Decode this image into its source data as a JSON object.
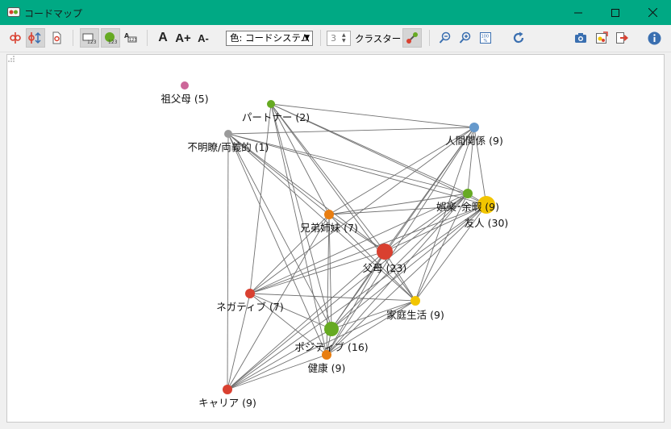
{
  "window": {
    "title": "コードマップ",
    "controls": [
      "minimize",
      "maximize",
      "close"
    ]
  },
  "toolbar": {
    "color_select": {
      "value": "色: コードシステム"
    },
    "cluster_count": "3",
    "cluster_label": "クラスター",
    "font_buttons": [
      "A",
      "A+",
      "A-"
    ]
  },
  "map": {
    "nodes": [
      {
        "id": "grandparents",
        "label": "祖父母 (5)",
        "color": "#cc6699"
      },
      {
        "id": "partner",
        "label": "パートナー (2)",
        "color": "#66aa22"
      },
      {
        "id": "unclear",
        "label": "不明瞭/両義的 (1)",
        "color": "#9a9a9a"
      },
      {
        "id": "relations",
        "label": "人間関係 (9)",
        "color": "#6699cc"
      },
      {
        "id": "leisure",
        "label": "娯楽･余暇 (9)",
        "color": "#66aa22"
      },
      {
        "id": "friends",
        "label": "友人 (30)",
        "color": "#f2c500"
      },
      {
        "id": "siblings",
        "label": "兄弟姉妹 (7)",
        "color": "#e87d10"
      },
      {
        "id": "parents",
        "label": "父母 (23)",
        "color": "#d94030"
      },
      {
        "id": "negative",
        "label": "ネガティブ (7)",
        "color": "#d94030"
      },
      {
        "id": "homelife",
        "label": "家庭生活 (9)",
        "color": "#f2c500"
      },
      {
        "id": "positive",
        "label": "ポジティブ (16)",
        "color": "#66aa22"
      },
      {
        "id": "health",
        "label": "健康 (9)",
        "color": "#e87d10"
      },
      {
        "id": "career",
        "label": "キャリア (9)",
        "color": "#d94030"
      }
    ],
    "edges": [
      [
        "partner",
        "relations"
      ],
      [
        "partner",
        "leisure"
      ],
      [
        "partner",
        "friends"
      ],
      [
        "partner",
        "siblings"
      ],
      [
        "partner",
        "parents"
      ],
      [
        "partner",
        "homelife"
      ],
      [
        "partner",
        "positive"
      ],
      [
        "partner",
        "health"
      ],
      [
        "partner",
        "negative"
      ],
      [
        "unclear",
        "relations"
      ],
      [
        "unclear",
        "leisure"
      ],
      [
        "unclear",
        "friends"
      ],
      [
        "unclear",
        "siblings"
      ],
      [
        "unclear",
        "parents"
      ],
      [
        "unclear",
        "positive"
      ],
      [
        "unclear",
        "health"
      ],
      [
        "unclear",
        "career"
      ],
      [
        "unclear",
        "homelife"
      ],
      [
        "relations",
        "siblings"
      ],
      [
        "relations",
        "parents"
      ],
      [
        "relations",
        "homelife"
      ],
      [
        "relations",
        "positive"
      ],
      [
        "relations",
        "health"
      ],
      [
        "relations",
        "negative"
      ],
      [
        "relations",
        "leisure"
      ],
      [
        "relations",
        "friends"
      ],
      [
        "leisure",
        "siblings"
      ],
      [
        "leisure",
        "parents"
      ],
      [
        "leisure",
        "negative"
      ],
      [
        "leisure",
        "positive"
      ],
      [
        "leisure",
        "health"
      ],
      [
        "leisure",
        "homelife"
      ],
      [
        "leisure",
        "career"
      ],
      [
        "leisure",
        "friends"
      ],
      [
        "friends",
        "siblings"
      ],
      [
        "friends",
        "parents"
      ],
      [
        "friends",
        "negative"
      ],
      [
        "friends",
        "positive"
      ],
      [
        "friends",
        "health"
      ],
      [
        "friends",
        "homelife"
      ],
      [
        "friends",
        "career"
      ],
      [
        "siblings",
        "parents"
      ],
      [
        "siblings",
        "negative"
      ],
      [
        "siblings",
        "positive"
      ],
      [
        "siblings",
        "health"
      ],
      [
        "siblings",
        "homelife"
      ],
      [
        "siblings",
        "career"
      ],
      [
        "parents",
        "negative"
      ],
      [
        "parents",
        "homelife"
      ],
      [
        "parents",
        "positive"
      ],
      [
        "parents",
        "health"
      ],
      [
        "parents",
        "career"
      ],
      [
        "negative",
        "positive"
      ],
      [
        "negative",
        "health"
      ],
      [
        "negative",
        "career"
      ],
      [
        "negative",
        "homelife"
      ],
      [
        "homelife",
        "positive"
      ],
      [
        "homelife",
        "health"
      ],
      [
        "homelife",
        "career"
      ],
      [
        "positive",
        "health"
      ],
      [
        "positive",
        "career"
      ],
      [
        "health",
        "career"
      ]
    ]
  }
}
